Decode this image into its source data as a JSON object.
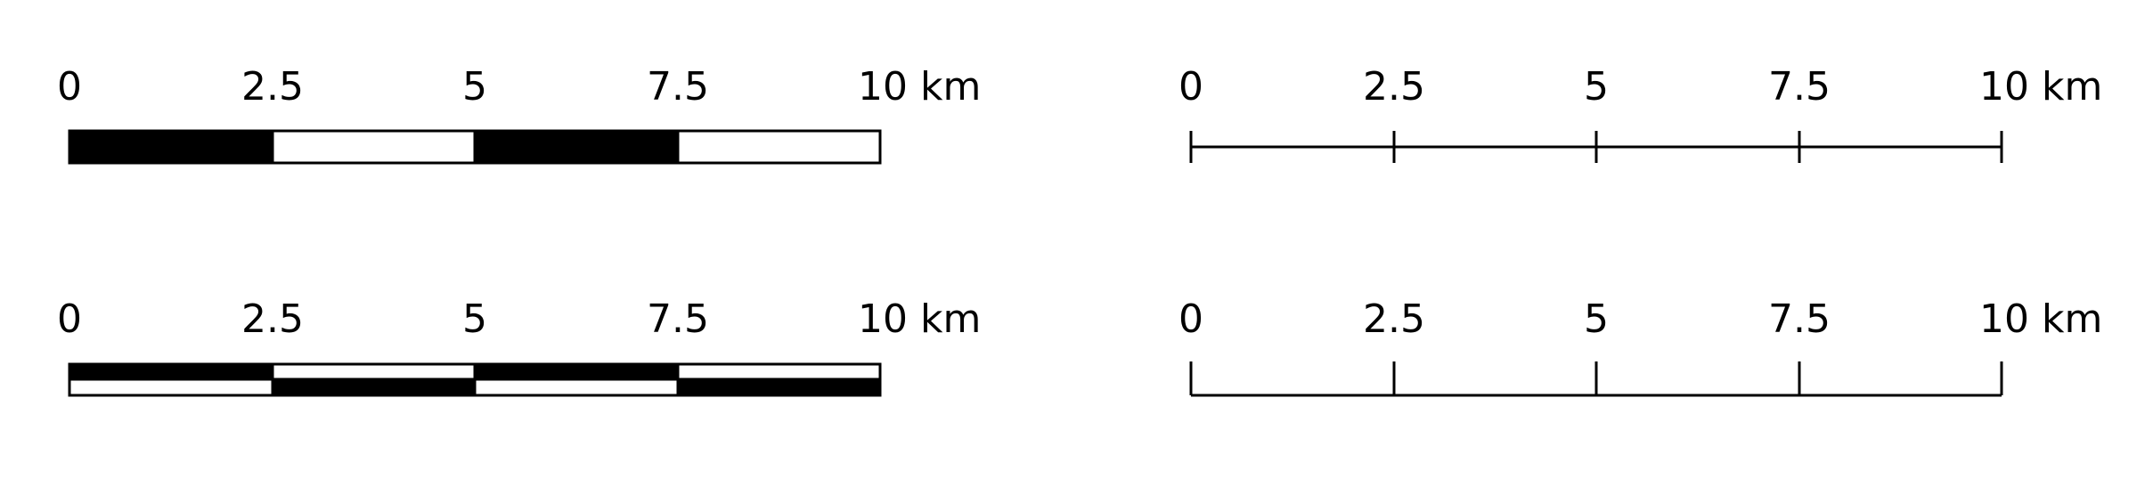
{
  "scale_bars": [
    {
      "style": "single-box",
      "ticks": [
        "0",
        "2.5",
        "5",
        "7.5",
        "10 km"
      ],
      "segment_fill": [
        "black",
        "white",
        "black",
        "white"
      ]
    },
    {
      "style": "line-ticks-middle",
      "ticks": [
        "0",
        "2.5",
        "5",
        "7.5",
        "10 km"
      ]
    },
    {
      "style": "double-box",
      "ticks": [
        "0",
        "2.5",
        "5",
        "7.5",
        "10 km"
      ],
      "top_row_fill": [
        "black",
        "white",
        "black",
        "white"
      ],
      "bottom_row_fill": [
        "white",
        "black",
        "white",
        "black"
      ]
    },
    {
      "style": "line-ticks-up",
      "ticks": [
        "0",
        "2.5",
        "5",
        "7.5",
        "10 km"
      ]
    }
  ],
  "colors": {
    "ink": "#000000",
    "paper": "#ffffff"
  }
}
